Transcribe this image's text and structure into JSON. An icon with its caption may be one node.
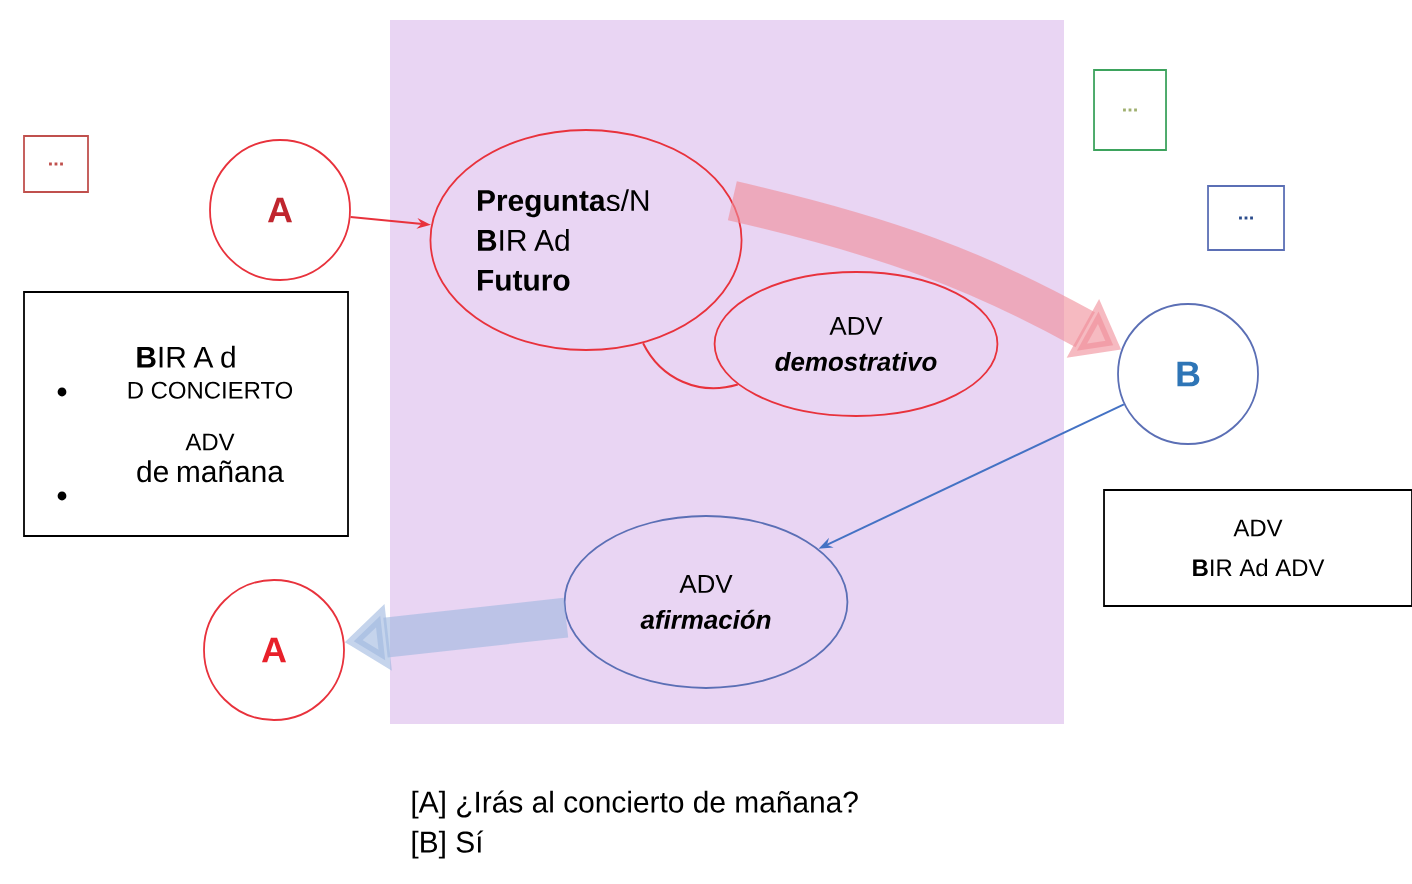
{
  "diagram": {
    "nodes": [
      {
        "text": [
          "..."
        ]
      },
      {
        "text": [
          "A"
        ]
      },
      {
        "text": [
          "**Pregunta**s/N",
          "**B**IR Ad",
          "Futuro"
        ]
      },
      {
        "text": [
          "ADV",
          "demostrativo"
        ]
      },
      {
        "text": [
          "..."
        ]
      },
      {
        "text": [
          "..."
        ]
      },
      {
        "text": [
          "B"
        ]
      },
      {
        "text": [
          "**B**IR A d",
          "D CONCIERTO ADV",
          "de mañana"
        ]
      },
      {
        "text": [
          "ADV",
          "**B**IR Ad ADV"
        ]
      },
      {
        "text": [
          "ADV",
          "afirmación"
        ]
      },
      {
        "text": [
          "A"
        ]
      }
    ],
    "edges": [
      {
        "from": 1,
        "to": 2,
        "arrow": "to",
        "color": "#e8323c"
      },
      {
        "from": 2,
        "to": 3,
        "arrow": "none",
        "color": "#e8323c"
      },
      {
        "from": 2,
        "to": 6,
        "arrow": "to",
        "style": "thick",
        "color": "#f08c98"
      },
      {
        "from": 6,
        "to": 9,
        "arrow": "to",
        "color": "#4472c4"
      },
      {
        "from": 9,
        "to": 10,
        "arrow": "to",
        "style": "thick",
        "color": "#9fb8e0"
      }
    ],
    "labels": [
      "[A] ¿Irás al concierto de mañana?",
      "[B] Sí"
    ]
  }
}
